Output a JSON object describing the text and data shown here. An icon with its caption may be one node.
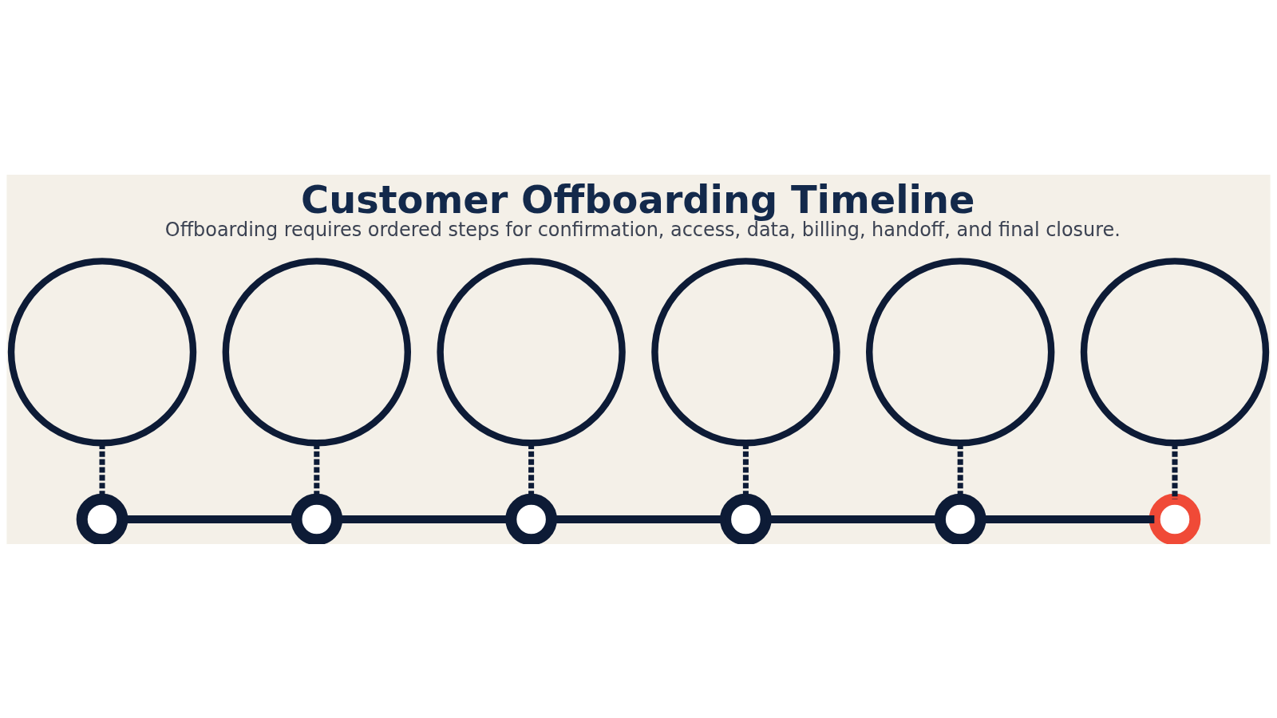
{
  "diagram": {
    "title": "Customer Offboarding Timeline",
    "caption": "Offboarding requires ordered steps for confirmation, access, data, billing, handoff, and final closure.",
    "nodes": [
      {
        "text": [],
        "shape": "circle"
      },
      {
        "text": [],
        "shape": "circle"
      },
      {
        "text": [],
        "shape": "circle"
      },
      {
        "text": [],
        "shape": "circle"
      },
      {
        "text": [],
        "shape": "circle"
      },
      {
        "text": [],
        "shape": "circle"
      },
      {
        "text": [],
        "shape": "circle"
      },
      {
        "text": [],
        "shape": "circle"
      },
      {
        "text": [],
        "shape": "circle"
      },
      {
        "text": [],
        "shape": "circle"
      },
      {
        "text": [],
        "shape": "circle"
      },
      {
        "text": [],
        "shape": "circle"
      }
    ],
    "edges": [
      {
        "from": 0,
        "to": 6,
        "arrow": "none",
        "style": "dashed"
      },
      {
        "from": 1,
        "to": 7,
        "arrow": "none",
        "style": "dashed"
      },
      {
        "from": 2,
        "to": 8,
        "arrow": "none",
        "style": "dashed"
      },
      {
        "from": 3,
        "to": 9,
        "arrow": "none",
        "style": "dashed"
      },
      {
        "from": 4,
        "to": 10,
        "arrow": "none",
        "style": "dashed"
      },
      {
        "from": 5,
        "to": 11,
        "arrow": "none",
        "style": "dashed"
      },
      {
        "from": 6,
        "to": 7,
        "arrow": "none"
      },
      {
        "from": 7,
        "to": 8,
        "arrow": "none"
      },
      {
        "from": 8,
        "to": 9,
        "arrow": "none"
      },
      {
        "from": 9,
        "to": 10,
        "arrow": "none"
      },
      {
        "from": 10,
        "to": 11,
        "arrow": "none"
      }
    ]
  }
}
